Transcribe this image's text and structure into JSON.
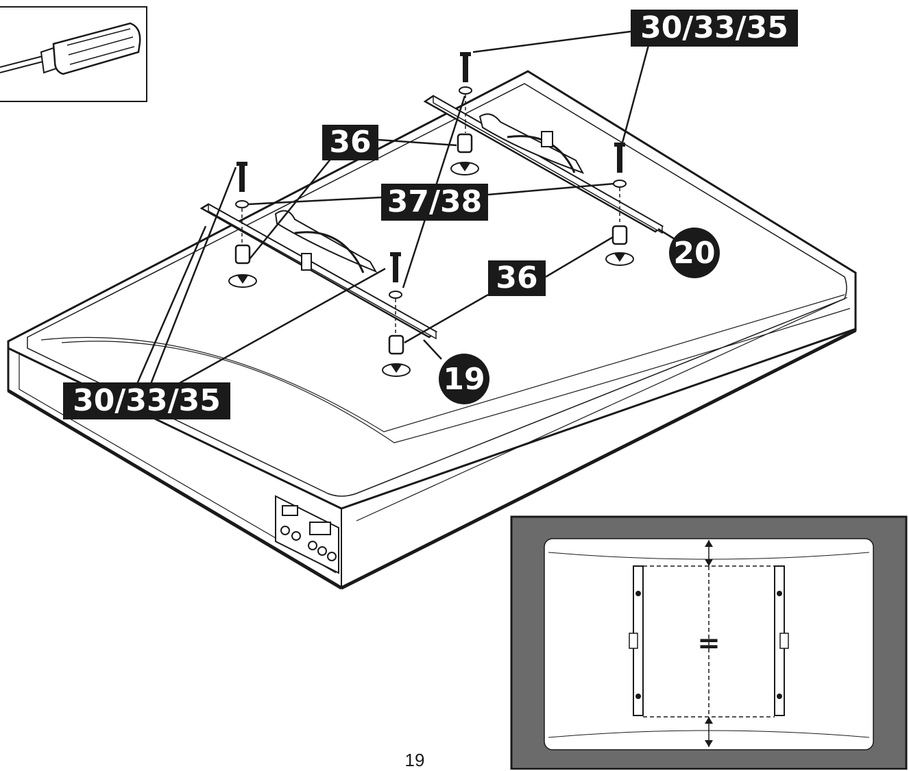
{
  "labels": {
    "screw_set_top": "30/33/35",
    "screw_set_bottom": "30/33/35",
    "spacer_upper": "36",
    "spacer_lower": "36",
    "washer_set": "37/38"
  },
  "callouts": {
    "bracket_left": "19",
    "bracket_right": "20"
  },
  "inset": {
    "equal_mark": "="
  },
  "page": {
    "number": "19"
  },
  "colors": {
    "ink": "#1a1a1a",
    "label_bg": "#1a1a1a",
    "inset_frame": "#6b6b6b"
  },
  "icons": {
    "tool": "screwdriver-icon"
  }
}
